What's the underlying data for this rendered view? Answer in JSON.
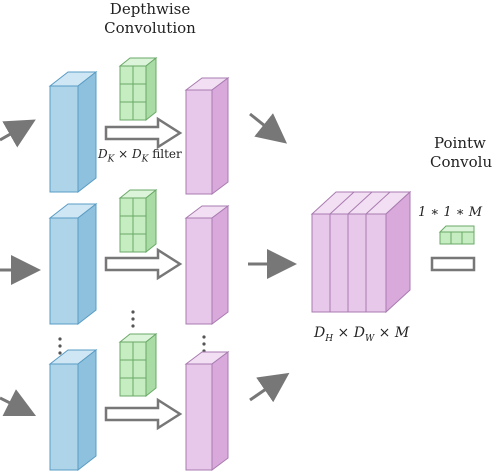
{
  "depthwise": {
    "title_line1": "Depthwise",
    "title_line2": "Convolution",
    "filter_label_math": "D",
    "filter_label_sub1": "K",
    "filter_label_times": " × ",
    "filter_label_math2": "D",
    "filter_label_sub2": "K",
    "filter_label_word": " filter"
  },
  "output": {
    "dim_D1": "D",
    "dim_H": "H",
    "dim_times1": " × ",
    "dim_D2": "D",
    "dim_W": "W",
    "dim_times2": " × ",
    "dim_M": "M"
  },
  "pointwise": {
    "title_line1": "Pointw",
    "title_line2": "Convolu",
    "kernel_label": "1 ∗ 1 ∗ M"
  },
  "colors": {
    "input_face": "#aed4ea",
    "input_side": "#8ec1dd",
    "input_top": "#cfe6f4",
    "input_stroke": "#5a9cc4",
    "mid_face": "#e8c8ea",
    "mid_side": "#d9a9dc",
    "mid_top": "#f2dff3",
    "mid_stroke": "#a97bb0",
    "filter_face": "#c6ecc2",
    "filter_stroke": "#6aa967",
    "arrow": "#777777"
  }
}
